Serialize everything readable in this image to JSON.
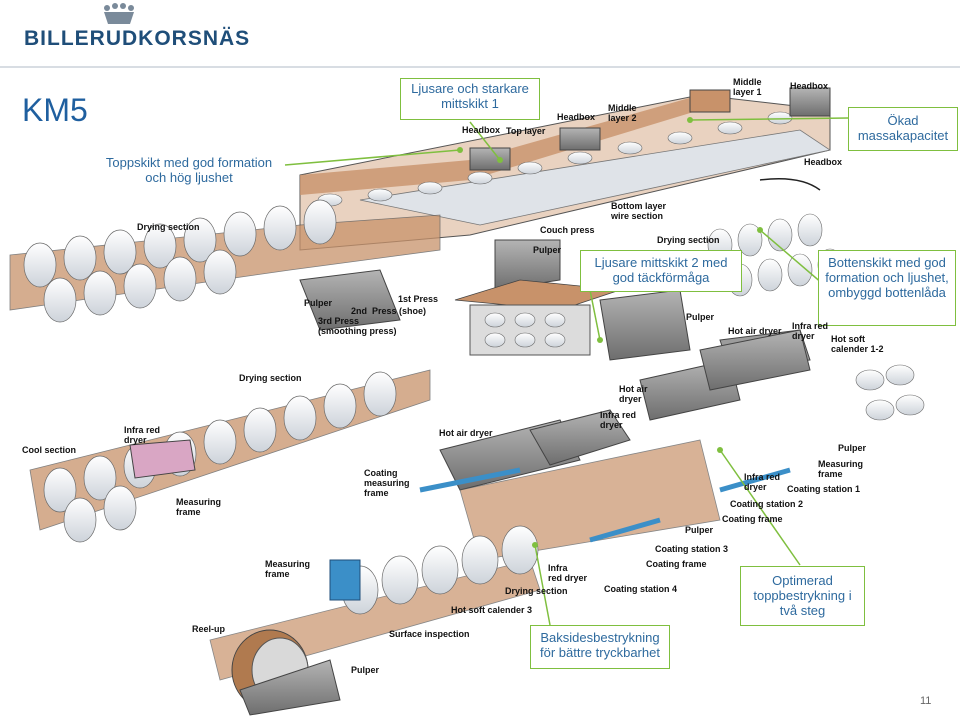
{
  "header": {
    "brand": "BILLERUDKORSNÄS",
    "page_title": "KM5",
    "page_number": "11"
  },
  "callouts": {
    "c1": "Ljusare och starkare mittskikt 1",
    "c2": "Ökad massakapacitet",
    "c3": "Toppskikt med god formation och hög ljushet",
    "c4": "Ljusare mittskikt 2 med god täckförmåga",
    "c5": "Bottenskikt med god formation och ljushet, ombyggd bottenlåda",
    "c6": "Optimerad toppbestrykning i två steg",
    "c7": "Baksidesbestrykning för bättre tryckbarhet"
  },
  "labels": {
    "headbox_top": "Headbox",
    "top_layer": "Top layer",
    "headbox_mid": "Headbox",
    "middle_layer2": "Middle\nlayer 2",
    "middle_layer1": "Middle\nlayer 1",
    "headbox_right": "Headbox",
    "headbox_bottom": "Headbox",
    "bottom_layer": "Bottom layer\nwire section",
    "drying_section_1": "Drying section",
    "couch_press": "Couch press",
    "pulper_1": "Pulper",
    "drying_section_2": "Drying section",
    "pulper_2": "Pulper",
    "first_press": "1st Press",
    "second_press": "2nd  Press (shoe)",
    "third_press": "3rd Press\n(smoothing press)",
    "pulper_3": "Pulper",
    "hot_air_dryer_1": "Hot air dryer",
    "infra_red_dryer_1": "Infra red\ndryer",
    "hot_soft_calender_12": "Hot soft\ncalender 1-2",
    "drying_section_3": "Drying section",
    "hot_air_dryer_2": "Hot air\ndryer",
    "infra_red_dryer_2": "Infra red\ndryer",
    "hot_air_dryer_3": "Hot air dryer",
    "infra_red_dryer_3": "Infra red\ndryer",
    "cool_section": "Cool section",
    "pulper_4": "Pulper",
    "measuring_frame_1": "Measuring\nframe",
    "coating_measuring_frame": "Coating\nmeasuring\nframe",
    "measuring_frame_2": "Measuring\nframe",
    "infra_red_dryer_4": "Infra red\ndryer",
    "coating_station_1": "Coating station 1",
    "coating_station_2": "Coating station 2",
    "coating_frame_1": "Coating frame",
    "pulper_5": "Pulper",
    "coating_station_3": "Coating station 3",
    "coating_frame_2": "Coating frame",
    "measuring_frame_3": "Measuring\nframe",
    "infra_red_dryer_5": "Infra\nred dryer",
    "coating_station_4": "Coating station 4",
    "drying_section_4": "Drying section",
    "hot_soft_calender_3": "Hot soft calender 3",
    "reel_up": "Reel-up",
    "surface_inspection": "Surface inspection",
    "pulper_6": "Pulper"
  },
  "colors": {
    "brand_blue": "#1f4e79",
    "callout_border": "#7fbf3f",
    "callout_text": "#2e6a9e",
    "felt_brown": "#c8926a",
    "roll_white": "#f4f6f8",
    "machine_grey": "#8c8c8c"
  }
}
